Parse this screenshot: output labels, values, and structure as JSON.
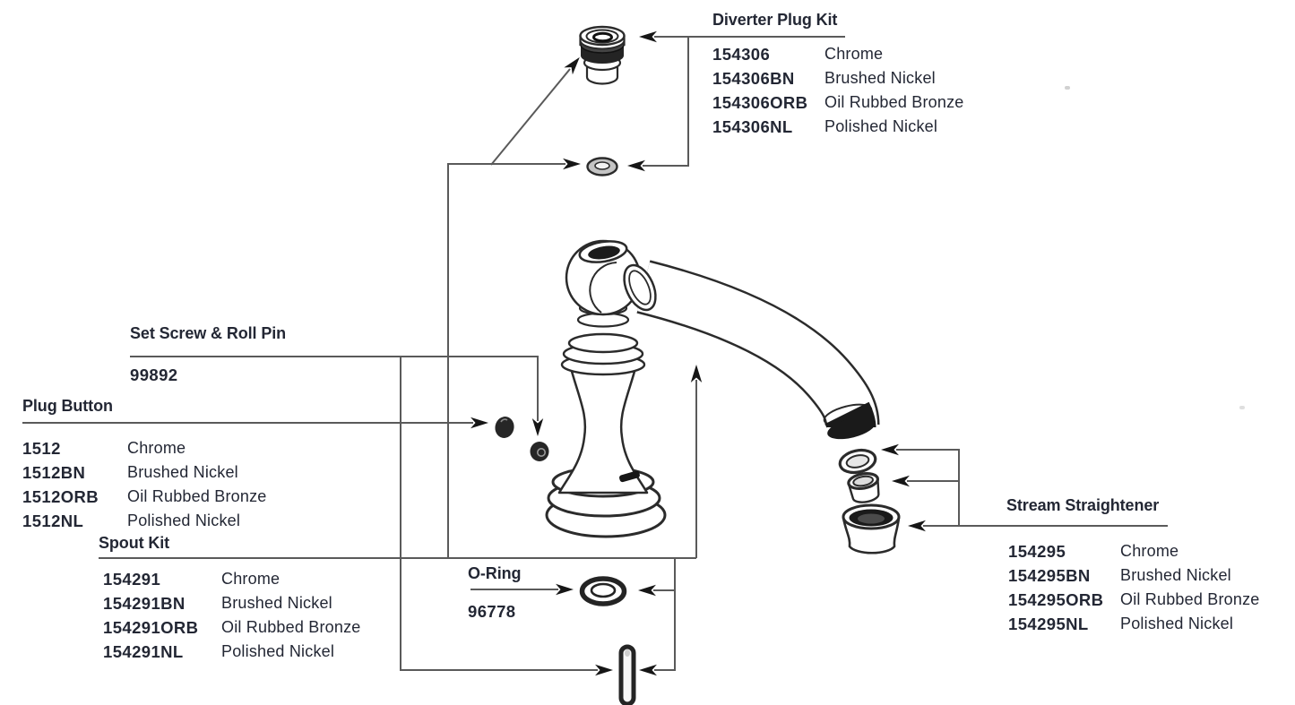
{
  "colors": {
    "background": "#ffffff",
    "text": "#232734",
    "leader_line": "#5a5a5a",
    "arrowhead": "#161616",
    "part_outline": "#2b2b2b"
  },
  "kits": {
    "diverter_plug": {
      "title": "Diverter Plug Kit",
      "rows": [
        {
          "sku": "154306",
          "finish": "Chrome"
        },
        {
          "sku": "154306BN",
          "finish": "Brushed Nickel"
        },
        {
          "sku": "154306ORB",
          "finish": "Oil Rubbed Bronze"
        },
        {
          "sku": "154306NL",
          "finish": "Polished Nickel"
        }
      ]
    },
    "set_screw_roll_pin": {
      "title": "Set Screw & Roll Pin",
      "sku": "99892"
    },
    "plug_button": {
      "title": "Plug Button",
      "rows": [
        {
          "sku": "1512",
          "finish": "Chrome"
        },
        {
          "sku": "1512BN",
          "finish": "Brushed Nickel"
        },
        {
          "sku": "1512ORB",
          "finish": "Oil Rubbed Bronze"
        },
        {
          "sku": "1512NL",
          "finish": "Polished Nickel"
        }
      ]
    },
    "spout_kit": {
      "title": "Spout Kit",
      "rows": [
        {
          "sku": "154291",
          "finish": "Chrome"
        },
        {
          "sku": "154291BN",
          "finish": "Brushed Nickel"
        },
        {
          "sku": "154291ORB",
          "finish": "Oil Rubbed Bronze"
        },
        {
          "sku": "154291NL",
          "finish": "Polished Nickel"
        }
      ]
    },
    "o_ring": {
      "title": "O-Ring",
      "sku": "96778"
    },
    "stream_straightener": {
      "title": "Stream Straightener",
      "rows": [
        {
          "sku": "154295",
          "finish": "Chrome"
        },
        {
          "sku": "154295BN",
          "finish": "Brushed Nickel"
        },
        {
          "sku": "154295ORB",
          "finish": "Oil Rubbed Bronze"
        },
        {
          "sku": "154295NL",
          "finish": "Polished Nickel"
        }
      ]
    }
  }
}
